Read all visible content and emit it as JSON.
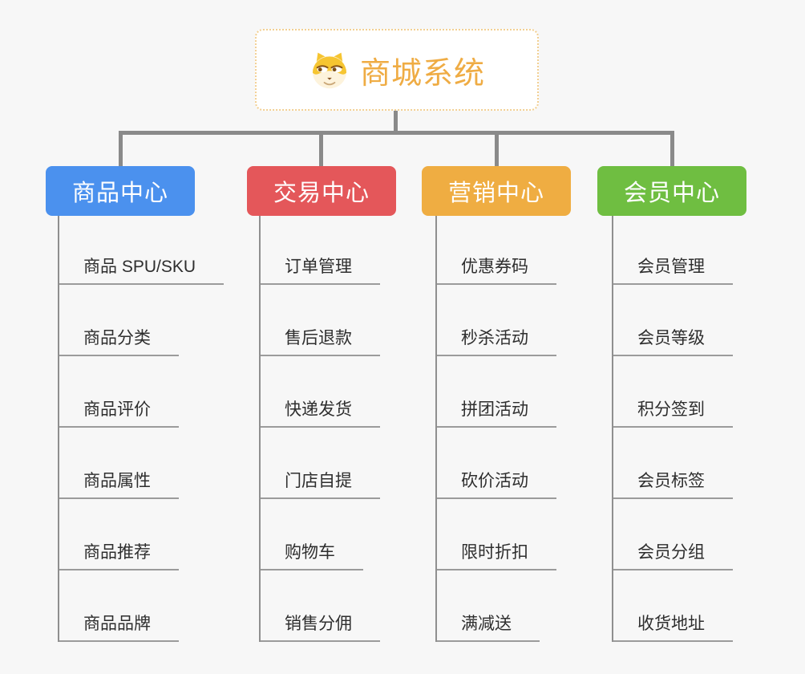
{
  "root": {
    "title": "商城系统",
    "icon": "doge-face-icon",
    "accent_color": "#EFAC44",
    "border_color": "#F2CF92"
  },
  "connector_color": "#8A8A8A",
  "background_color": "#F7F7F7",
  "branches": [
    {
      "label": "商品中心",
      "color": "#4B91EE",
      "items": [
        "商品 SPU/SKU",
        "商品分类",
        "商品评价",
        "商品属性",
        "商品推荐",
        "商品品牌"
      ]
    },
    {
      "label": "交易中心",
      "color": "#E4575A",
      "items": [
        "订单管理",
        "售后退款",
        "快递发货",
        "门店自提",
        "购物车",
        "销售分佣"
      ]
    },
    {
      "label": "营销中心",
      "color": "#EFAD42",
      "items": [
        "优惠券码",
        "秒杀活动",
        "拼团活动",
        "砍价活动",
        "限时折扣",
        "满减送"
      ]
    },
    {
      "label": "会员中心",
      "color": "#6FBE41",
      "items": [
        "会员管理",
        "会员等级",
        "积分签到",
        "会员标签",
        "会员分组",
        "收货地址"
      ]
    }
  ]
}
